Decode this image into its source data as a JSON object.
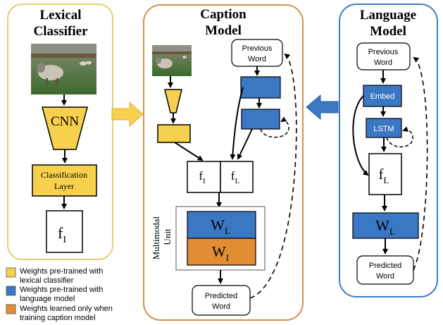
{
  "colors": {
    "yellow": "#f7d14d",
    "blue": "#3b78c4",
    "orange": "#e08d33",
    "yellow_border": "#e8cf71",
    "orange_border": "#d4924a",
    "blue_border": "#3c7ec4"
  },
  "lexical": {
    "title_line1": "Lexical",
    "title_line2": "Classifier",
    "cnn_label": "CNN",
    "classification_line1": "Classification",
    "classification_line2": "Layer",
    "f_base": "f",
    "f_sub": "I"
  },
  "caption": {
    "title_line1": "Caption",
    "title_line2": "Model",
    "prev_word_line1": "Previous",
    "prev_word_line2": "Word",
    "fi_base": "f",
    "fi_sub": "I",
    "fl_base": "f",
    "fl_sub": "L",
    "multimodal_line1": "Multimodal",
    "multimodal_line2": "Unit",
    "wl_base": "W",
    "wl_sub": "L",
    "wi_base": "W",
    "wi_sub": "I",
    "pred_line1": "Predicted",
    "pred_line2": "Word"
  },
  "language": {
    "title_line1": "Language",
    "title_line2": "Model",
    "prev_word_line1": "Previous",
    "prev_word_line2": "Word",
    "embed_label": "Embed",
    "lstm_label": "LSTM",
    "fl_base": "f",
    "fl_sub": "L",
    "wl_base": "W",
    "wl_sub": "L",
    "pred_line1": "Predicted",
    "pred_line2": "Word"
  },
  "legend": [
    {
      "color": "yellow",
      "line1": "Weights pre-trained with",
      "line2": "lexical classifier"
    },
    {
      "color": "blue",
      "line1": "Weights pre-trained with",
      "line2": "language model"
    },
    {
      "color": "orange",
      "line1": "Weights learned only when",
      "line2": "training caption model"
    }
  ]
}
